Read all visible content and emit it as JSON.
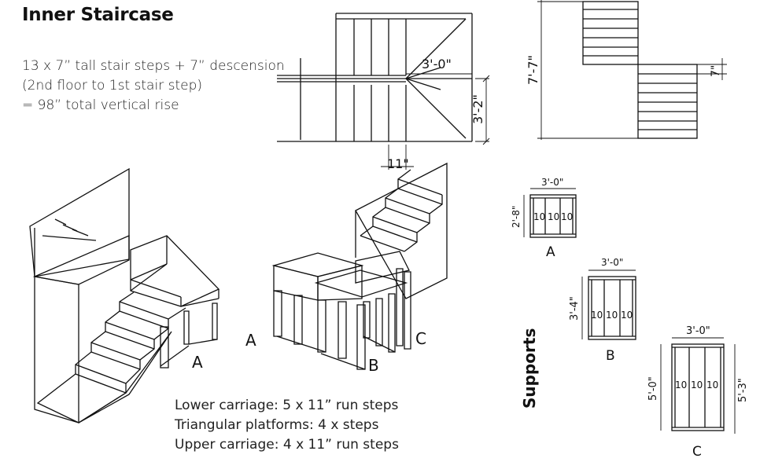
{
  "title": "Inner Staircase",
  "rise_notes": [
    "13 x 7” tall stair steps + 7” descension",
    "(2nd floor to 1st stair step)",
    "= 98” total vertical rise"
  ],
  "carriage_notes": [
    "Lower carriage: 5 x 11” run steps",
    "Triangular platforms: 4 x steps",
    "Upper carriage: 4 x 11” run steps"
  ],
  "plan_dims": {
    "width": "3'-0\"",
    "depth": "3'-2\"",
    "run": "11\""
  },
  "elevation_dims": {
    "total": "7'-7\"",
    "step": "7\""
  },
  "iso_labels": {
    "a": "A",
    "b": "B",
    "c": "C",
    "a2": "A"
  },
  "supports": {
    "heading": "Supports",
    "items": [
      {
        "label": "A",
        "width": "3'-0\"",
        "height": "2'-8\"",
        "bays": [
          "10",
          "10",
          "10"
        ],
        "height_right": ""
      },
      {
        "label": "B",
        "width": "3'-0\"",
        "height": "3'-4\"",
        "bays": [
          "10",
          "10",
          "10"
        ],
        "height_right": ""
      },
      {
        "label": "C",
        "width": "3'-0\"",
        "height": "5'-0\"",
        "bays": [
          "10",
          "10",
          "10"
        ],
        "height_right": "5'-3\""
      }
    ]
  }
}
